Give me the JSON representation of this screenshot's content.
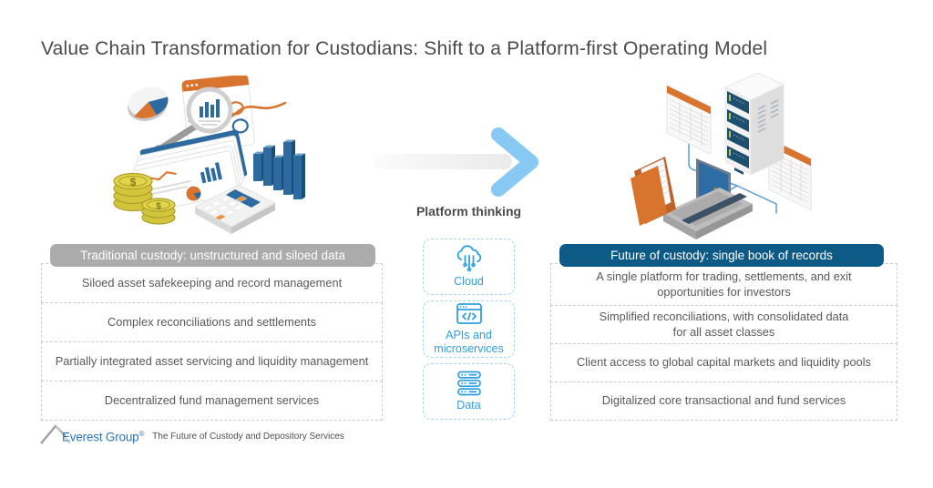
{
  "title": "Value Chain Transformation for Custodians: Shift to a Platform-first Operating Model",
  "transform": {
    "label": "Platform thinking"
  },
  "left_panel": {
    "header": "Traditional custody: unstructured and siloed data",
    "items": [
      "Siloed asset safekeeping and record management",
      "Complex reconciliations and settlements",
      "Partially integrated asset servicing and liquidity management",
      "Decentralized fund management services"
    ]
  },
  "middle_panel": {
    "items": [
      {
        "icon": "cloud-icon",
        "label": "Cloud"
      },
      {
        "icon": "api-microservices-icon",
        "label": "APIs and\nmicroservices"
      },
      {
        "icon": "data-servers-icon",
        "label": "Data"
      }
    ]
  },
  "right_panel": {
    "header": "Future of custody: single book of records",
    "items": [
      "A single platform for trading, settlements, and exit\nopportunities for investors",
      "Simplified reconciliations, with consolidated data\nfor all asset classes",
      "Client access to global capital markets and liquidity pools",
      "Digitalized core transactional and fund services"
    ]
  },
  "footer": {
    "brand": "Everest Group",
    "registered_mark": "®",
    "tagline": "The Future of Custody and Depository Services"
  },
  "colors": {
    "title_text": "#4A4A4A",
    "body_text": "#595959",
    "left_header_bg": "#ABABAB",
    "right_header_bg": "#0D5A87",
    "header_text": "#FFFFFF",
    "accent_icon_blue": "#2D9FE0",
    "arrow_blue": "#87C9F3",
    "dashed_border_gray": "#CDCDCD",
    "dashed_border_blue": "#A5D5F2",
    "brand_blue": "#2C76B8",
    "illustration_orange": "#D9742F",
    "illustration_blue": "#2D6A9F",
    "illustration_navy": "#1D4F6E",
    "coin_yellow": "#D2C53C"
  }
}
